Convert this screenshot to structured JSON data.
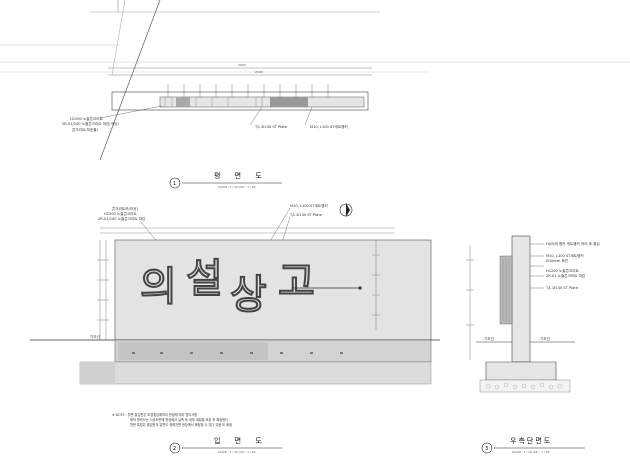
{
  "plan": {
    "title": "평  면  도",
    "number": "1",
    "scale": "SCALE : 1 / 10 (A3) - 1 / 20",
    "labels": {
      "top_dim": "2000",
      "main_dim": "2500",
      "mat1": "H1200 노출콘크리트",
      "mat1_sub": "2R-01/100 노출콘크리트 마감(색상)",
      "mat2": "콘크리트(보호몰)",
      "plate": "T/L Ø130 ST Plate",
      "bolt": "M10, L100 ST세트앵커"
    }
  },
  "elevation": {
    "title": "입  면  도",
    "number": "2",
    "scale": "SCALE : 1 / 10 (A3) - 1 / 20",
    "sign_text": [
      "의",
      "설",
      "상",
      "고"
    ],
    "labels": {
      "concrete": "콘크리트보(보호)",
      "h1200": "H1200 노출콘크리트",
      "h1200_sub": "2R-01/100 노출콘크리트 마감",
      "bolt": "M10, L100 ST세트앵커",
      "plate": "T/L Ø130 ST Plate",
      "ground": "기초선"
    },
    "notes": [
      "※ NOTE : 월판 출입판은 조경출입에따라 현장에 따라 협의사항",
      "제작 협력사는 시공도면에 현장에서 실측 등 세부 계획을 보완 후 확정한다",
      "월판 특징은 출입판의 입면이 정해지면 현장에서 확정할 수 있다 있음 또 확정"
    ]
  },
  "section": {
    "title": "우측단면도",
    "number": "3",
    "scale": "SCALE : 1 / 10 (A3) - 1 / 20",
    "labels": {
      "l1": "H(Ø)에 앵커 세트앵커 처리 후 출입",
      "l2": "M10, L100 ST세트앵커",
      "l3": "Ø10mm 확인",
      "l4": "H1200 노출콘크리트",
      "l5": "2R-01 노출콘크리트 마감",
      "l6": "T/L Ø130 ST Plate",
      "ground_l": "기초선",
      "ground_r": "기초선"
    }
  }
}
